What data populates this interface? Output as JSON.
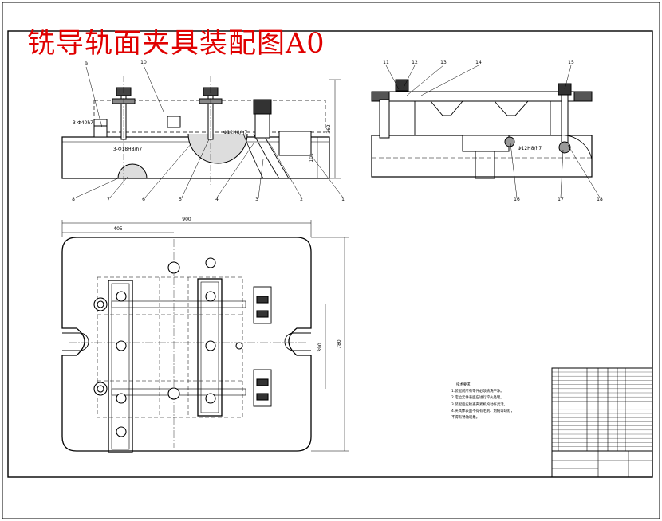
{
  "title": "铣导轨面夹具装配图A0",
  "dimensions": {
    "front_height_total": "362",
    "front_height_base": "101",
    "plan_width": "900",
    "plan_half_width": "405",
    "plan_height": "780",
    "plan_bolt_spacing": "390"
  },
  "fits": {
    "fit_left": "3-Φ40h7",
    "fit_pin": "3-Φ18H8/h7",
    "fit_center": "Φ12H8/h7",
    "fit_side": "Φ12H8/h7"
  },
  "front_balloons": [
    "9",
    "10",
    "8",
    "7",
    "6",
    "5",
    "4",
    "3",
    "2",
    "1"
  ],
  "side_balloons": [
    "11",
    "12",
    "13",
    "14",
    "15",
    "16",
    "17",
    "18"
  ],
  "notes": {
    "heading": "技术要求",
    "lines": [
      "1.装配前所有零件必须清洗干净。",
      "2.定位元件表面应进行淬火处理。",
      "3.装配后应检查夹紧机构动作灵活。",
      "4.夹具体表面不得有毛刺、划痕等缺陷，",
      "不得有锈蚀现象。"
    ]
  }
}
